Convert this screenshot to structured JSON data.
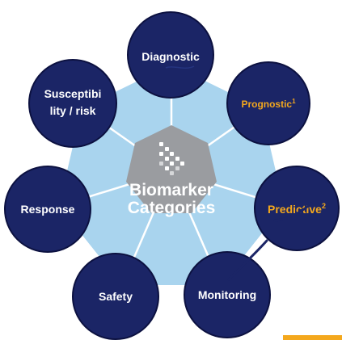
{
  "diagram": {
    "center": {
      "title_line1": "Biomarker",
      "title_line2": "Categories",
      "logo_icon": "molecule-dots-icon"
    },
    "nodes": [
      {
        "id": "diagnostic",
        "label": "Diagnostic",
        "sup": ""
      },
      {
        "id": "prognostic",
        "label": "Prognostic",
        "sup": "1"
      },
      {
        "id": "predictive",
        "label": "Predictive",
        "sup": "2"
      },
      {
        "id": "monitoring",
        "label": "Monitoring",
        "sup": ""
      },
      {
        "id": "safety",
        "label": "Safety",
        "sup": ""
      },
      {
        "id": "response",
        "label": "Response",
        "sup": ""
      },
      {
        "id": "susceptibility",
        "label_line1": "Susceptibi",
        "label_line2": "lity / risk"
      }
    ],
    "colors": {
      "node_fill": "#1b2566",
      "node_stroke": "#0c1140",
      "outer_heptagon": "#a9d4ee",
      "inner_heptagon": "#9a9ca0",
      "label_white": "#ffffff",
      "label_orange": "#f4a81d",
      "accent_line": "#1b2566",
      "orange_bar": "#f4a81d"
    }
  }
}
